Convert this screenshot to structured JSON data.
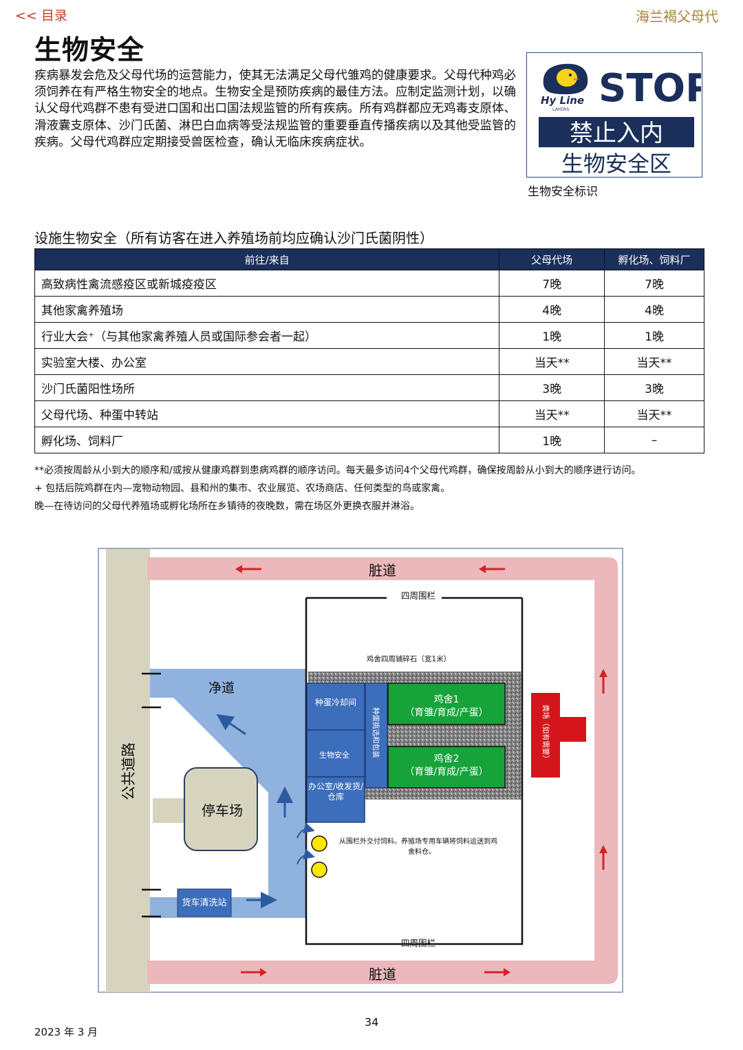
{
  "nav": {
    "toc_link": "<< 目录",
    "brand": "海兰褐父母代"
  },
  "title": "生物安全",
  "intro": "疾病暴发会危及父母代场的运营能力，使其无法满足父母代雏鸡的健康要求。父母代种鸡必须饲养在有严格生物安全的地点。生物安全是预防疾病的最佳方法。应制定监测计划，以确认父母代鸡群不患有受进口国和出口国法规监管的所有疾病。所有鸡群都应无鸡毒支原体、滑液囊支原体、沙门氏菌、淋巴白血病等受法规监管的重要垂直传播疾病以及其他受监管的疾病。父母代鸡群应定期接受兽医检查，确认无临床疾病症状。",
  "stop_sign": {
    "logo_text": "Hy Line",
    "logo_sub": "LAYERS",
    "stop": "STOP",
    "line1": "禁止入内",
    "line2": "生物安全区",
    "caption": "生物安全标识"
  },
  "table": {
    "title": "设施生物安全（所有访客在进入养殖场前均应确认沙门氏菌阴性）",
    "headers": [
      "前往/来自",
      "父母代场",
      "孵化场、饲料厂"
    ],
    "rows": [
      [
        "高致病性禽流感疫区或新城疫疫区",
        "7晚",
        "7晚"
      ],
      [
        "其他家禽养殖场",
        "4晚",
        "4晚"
      ],
      [
        "行业大会⁺（与其他家禽养殖人员或国际参会者一起）",
        "1晚",
        "1晚"
      ],
      [
        "实验室大楼、办公室",
        "当天**",
        "当天**"
      ],
      [
        "沙门氏菌阳性场所",
        "3晚",
        "3晚"
      ],
      [
        "父母代场、种蛋中转站",
        "当天**",
        "当天**"
      ],
      [
        "孵化场、饲料厂",
        "1晚",
        "–"
      ]
    ]
  },
  "notes": [
    "**必须按周龄从小到大的顺序和/或按从健康鸡群到患病鸡群的顺序访问。每天最多访问4个父母代鸡群，确保按周龄从小到大的顺序进行访问。",
    "+ 包括后院鸡群在内—宠物动物园、县和州的集市、农业展览、农场商店、任何类型的鸟或家禽。",
    "晚—在待访问的父母代养殖场或孵化场所在乡镇待的夜晚数，需在场区外更换衣服并淋浴。"
  ],
  "diagram": {
    "public_road": "公共道路",
    "dirty_road": "脏道",
    "clean_road": "净道",
    "parking": "停车场",
    "truck_wash": "货车清洗站",
    "fence": "四周围栏",
    "gravel": "鸡舍四周铺碎石（宽1米）",
    "egg_cooling": "种蛋冷却间",
    "biosecurity": "生物安全",
    "office": "办公室/收发货/仓库",
    "egg_sorting": "种蛋挑选和包装",
    "house1_name": "鸡舍1",
    "house1_desc": "（育雏/育成/产蛋）",
    "house2_name": "鸡舍2",
    "house2_desc": "（育雏/育成/产蛋）",
    "manure": "粪场（如有需要）",
    "feed_note_1": "从围栏外交付饲料。养殖场专用车辆将饲料运送到鸡",
    "feed_note_2": "舍料仓。"
  },
  "footer": {
    "date": "2023 年 3 月",
    "page": "34"
  },
  "colors": {
    "navy": "#1b2f5b",
    "clean_blue": "#8fb2de",
    "building_blue": "#3c6ebc",
    "house_green": "#16a33a",
    "dirty_pink": "#ecb8bb",
    "arrow_red": "#d4232a",
    "manure_red": "#d4151b",
    "road_beige": "#d6d4be",
    "feed_yellow": "#ffe600"
  }
}
